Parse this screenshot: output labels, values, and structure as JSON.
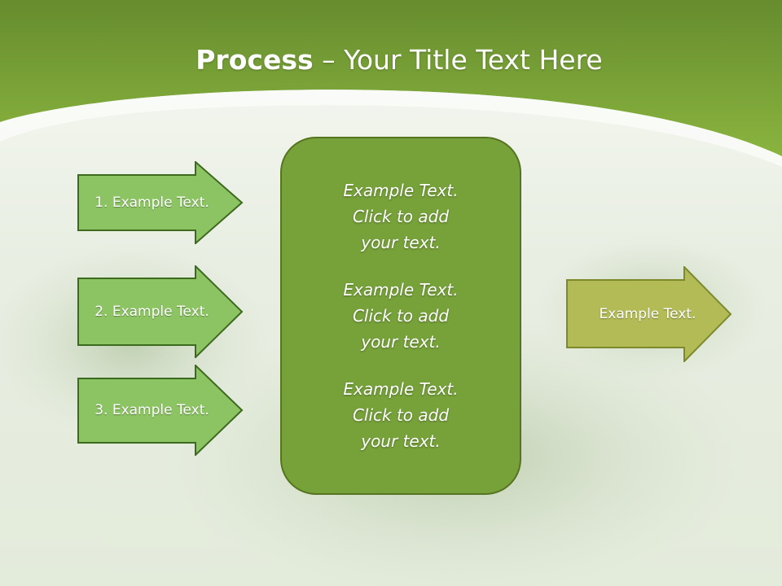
{
  "slide": {
    "title_bold": "Process",
    "title_rest": " – Your Title Text Here",
    "steps": [
      {
        "label": "1. Example Text."
      },
      {
        "label": "2. Example Text."
      },
      {
        "label": "3. Example Text."
      }
    ],
    "center_blocks": [
      {
        "line1": "Example Text.",
        "line2": "Click  to add",
        "line3": "your text."
      },
      {
        "line1": "Example Text.",
        "line2": "Click  to add",
        "line3": "your text."
      },
      {
        "line1": "Example Text.",
        "line2": "Click  to add",
        "line3": "your text."
      }
    ],
    "output": {
      "label": "Example Text."
    }
  },
  "colors": {
    "header_green": "#7aa33a",
    "step_arrow_fill": "#8cc463",
    "step_arrow_border": "#3d6b1e",
    "center_box_fill": "#77a23a",
    "output_arrow_fill": "#b2bb55",
    "output_arrow_border": "#7d8a2a"
  }
}
